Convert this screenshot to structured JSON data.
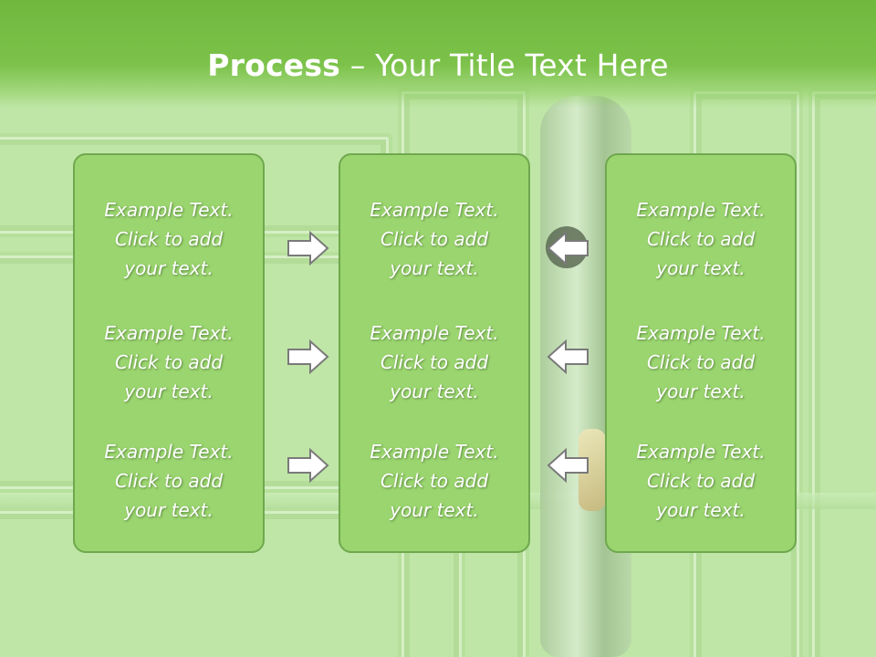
{
  "slide": {
    "title_bold": "Process",
    "title_rest": " – Your Title Text Here"
  },
  "columns": [
    {
      "items": [
        {
          "line1": "Example Text.",
          "line2": "Click  to add",
          "line3": "your text."
        },
        {
          "line1": "Example Text.",
          "line2": "Click  to add",
          "line3": "your text."
        },
        {
          "line1": "Example Text.",
          "line2": "Click  to add",
          "line3": "your text."
        }
      ]
    },
    {
      "items": [
        {
          "line1": "Example Text.",
          "line2": "Click  to add",
          "line3": "your text."
        },
        {
          "line1": "Example Text.",
          "line2": "Click  to add",
          "line3": "your text."
        },
        {
          "line1": "Example Text.",
          "line2": "Click  to add",
          "line3": "your text."
        }
      ]
    },
    {
      "items": [
        {
          "line1": "Example Text.",
          "line2": "Click  to add",
          "line3": "your text."
        },
        {
          "line1": "Example Text.",
          "line2": "Click  to add",
          "line3": "your text."
        },
        {
          "line1": "Example Text.",
          "line2": "Click  to add",
          "line3": "your text."
        }
      ]
    }
  ],
  "arrows": {
    "left_column": [
      "right-arrow-icon",
      "right-arrow-icon",
      "right-arrow-icon"
    ],
    "right_column": [
      "left-arrow-icon",
      "left-arrow-icon",
      "left-arrow-icon"
    ]
  },
  "colors": {
    "header": "#7cc24a",
    "box_fill": "#9bd56f",
    "box_border": "#6fa84e",
    "text": "#ffffff"
  }
}
